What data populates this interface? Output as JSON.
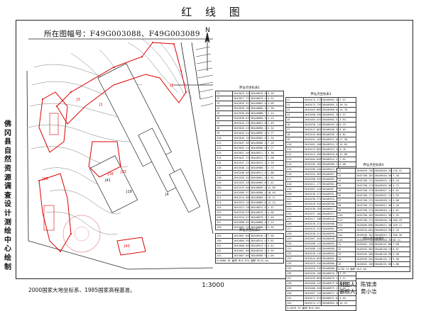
{
  "title": "红 线 图",
  "map_number": "所在图幅号：F49G003088、F49G003089",
  "north": "N",
  "vertical_text": [
    "佛",
    "冈",
    "县",
    "自",
    "然",
    "资",
    "源",
    "调",
    "查",
    "设",
    "计",
    "测",
    "绘",
    "中",
    "心",
    "绘",
    "制"
  ],
  "scale": "1:3000",
  "coordinate_note": "2000国家大地坐标系、1985国家高程基准。",
  "maker": "制图人：陈锦涛",
  "checker": "审核人：黄小洁",
  "map_labels": [
    "J1",
    "J3",
    "J8",
    "J18",
    "J16",
    "J4",
    "J41",
    "J43",
    "J36",
    "J23"
  ],
  "tables": {
    "t1": {
      "caption": "界址点坐标表1",
      "rows": [
        [
          "J1",
          "2643625.347",
          "38448876.092",
          "4.10"
        ],
        [
          "J2",
          "2643627.757",
          "38448879.416",
          "4.32"
        ],
        [
          "J3",
          "2643629.327",
          "38448883.466",
          "3.09"
        ],
        [
          "J4",
          "2643630.388",
          "38448886.366",
          "2.38"
        ],
        [
          "J5",
          "2643630.804",
          "38448888.711",
          "2.14"
        ],
        [
          "J6",
          "2643638.639",
          "38448890.563",
          "2.15"
        ],
        [
          "J7",
          "2643643.236",
          "38448891.063",
          "1.49"
        ],
        [
          "J8",
          "2643643.236",
          "38448890.381",
          "2.34"
        ],
        [
          "J9",
          "2643643.245",
          "38448899.262",
          "3.77"
        ],
        [
          "J10",
          "2643644.158",
          "38448902.938",
          "2.34"
        ],
        [
          "J11",
          "2643647.361",
          "38448906.341",
          "7.10"
        ],
        [
          "J12",
          "2643653.147",
          "38448908.811",
          "5.77"
        ],
        [
          "J13",
          "2643651.489",
          "38448911.781",
          "3.38"
        ],
        [
          "J14",
          "2643647.729",
          "38448912.721",
          "2.98"
        ],
        [
          "J15",
          "2643547.125",
          "38448913.211",
          "3.39"
        ],
        [
          "J16",
          "2643546.123",
          "38448908.770",
          "2.73"
        ],
        [
          "J17",
          "2643548.462",
          "38448911.573",
          "2.88"
        ],
        [
          "J18",
          "2643535.325",
          "38448901.592",
          "4.92"
        ],
        [
          "J19",
          "2643525.283",
          "38448909.802",
          "2.42"
        ],
        [
          "J20",
          "2643515.003",
          "38448899.465",
          "41.85"
        ],
        [
          "J21",
          "2643509.379",
          "38448900.158",
          "10.49"
        ],
        [
          "J22",
          "2643514.088",
          "38448905.111",
          "15.17"
        ],
        [
          "J23",
          "2643523.186",
          "38448889.845",
          "12.14"
        ],
        [
          "J24",
          "2643521.188",
          "38448875.810",
          "2.37"
        ],
        [
          "J25",
          "2643510.537",
          "38448876.143",
          "4.06"
        ],
        [
          "J26",
          "2643515.577",
          "38448879.781",
          "2.46"
        ],
        [
          "J27",
          "2643608.044",
          "38448880.441",
          "3.15"
        ],
        [
          "J28",
          "2643602.298",
          "38448880.211",
          "2.39"
        ]
      ]
    },
    "t2": {
      "caption": "界址点坐标表2",
      "rows": [
        [
          "J29",
          "2643607.863",
          "38448916.262",
          "7.58"
        ],
        [
          "J30",
          "2643604.998",
          "38448914.478",
          "5.61"
        ],
        [
          "J31",
          "2643600.000",
          "38448912.540",
          "4.42"
        ],
        [
          "J32",
          "2643607.863",
          "38448910.225",
          "5.55"
        ],
        [
          "J33",
          "2643607.863",
          "38448909.543",
          "1.09"
        ]
      ],
      "footer": "S=3088.18  面积  M=5.974  面积  M=12.04"
    },
    "t3": {
      "caption": "界址点坐标表3",
      "rows": [
        [
          "J1",
          "2643474.177",
          "38448963.300",
          "2.57"
        ],
        [
          "J2",
          "2643475.739",
          "38448965.339",
          "16.34"
        ],
        [
          "J3",
          "2643463.089",
          "38448968.005",
          "14.78"
        ],
        [
          "J4",
          "2643468.290",
          "38448961.382",
          "4.57"
        ],
        [
          "J5",
          "2643484.447",
          "38448963.331",
          "3.64"
        ],
        [
          "J6",
          "2643450.116",
          "38448949.280",
          "8.19"
        ],
        [
          "J7",
          "2643447.081",
          "38448948.381",
          "4.03"
        ],
        [
          "J8",
          "2643445.084",
          "38448936.154",
          "6.81"
        ],
        [
          "J9",
          "2643452.183",
          "38448911.061",
          "11.30"
        ],
        [
          "J10",
          "2643461.168",
          "38448914.290",
          "14.84"
        ],
        [
          "J11",
          "2643423.882",
          "38448913.402",
          "9.76"
        ],
        [
          "J12",
          "2643415.166",
          "38448910.000",
          "12.80"
        ],
        [
          "J13",
          "2643404.845",
          "38448914.413",
          "7.61"
        ],
        [
          "J14",
          "2643395.183",
          "38448908.131",
          "9.08"
        ],
        [
          "J15",
          "2643396.420",
          "38448912.014",
          "5.27"
        ],
        [
          "J16",
          "2643394.383",
          "38448907.222",
          "5.41"
        ],
        [
          "J17",
          "2643398.329",
          "38448902.180",
          "3.63"
        ],
        [
          "J18",
          "2643411.177",
          "38448901.880",
          "8.56"
        ],
        [
          "J19",
          "2643407.122",
          "38448907.133",
          "3.63"
        ],
        [
          "J20",
          "2643438.371",
          "38448931.267",
          "11.38"
        ],
        [
          "J21",
          "2643438.371",
          "38448924.171",
          "13.26"
        ],
        [
          "J22",
          "2643428.918",
          "38448930.326",
          "3.32"
        ],
        [
          "J23",
          "2643430.255",
          "38448917.225",
          "5.26"
        ],
        [
          "J24",
          "2643437.180",
          "38448917.111",
          "2.47"
        ],
        [
          "J25",
          "2643417.188",
          "38448910.115",
          "5.17"
        ],
        [
          "J26",
          "2643430.221",
          "38448906.231",
          "3.18"
        ],
        [
          "J27",
          "2643425.241",
          "38448901.222",
          "3.42"
        ],
        [
          "J28",
          "2643430.221",
          "38448899.107",
          "8.81"
        ],
        [
          "J29",
          "2643467.201",
          "38448898.142",
          "4.67"
        ],
        [
          "J30",
          "2643468.112",
          "38448899.343",
          "3.18"
        ],
        [
          "J31",
          "2643468.115",
          "38448898.186",
          "5.43"
        ],
        [
          "J32",
          "2643430.210",
          "38448893.152",
          "5.31"
        ],
        [
          "J33",
          "2643444.001",
          "38448882.333",
          "3.21"
        ],
        [
          "J34",
          "2643453.410",
          "38448886.200",
          "4.88"
        ],
        [
          "J35",
          "2643455.210",
          "38448880.443",
          "2.12"
        ],
        [
          "J36",
          "2643456.100",
          "38448878.231",
          "2.37"
        ],
        [
          "J37",
          "2643459.881",
          "38448876.244",
          "3.11"
        ],
        [
          "J38",
          "2643460.143",
          "38448875.501",
          "4.05"
        ],
        [
          "J39",
          "2643466.201",
          "38448873.118",
          "5.42"
        ],
        [
          "J40",
          "2643467.112",
          "38448872.100",
          "2.77"
        ],
        [
          "J41",
          "2643471.311",
          "38448871.020",
          "3.05"
        ],
        [
          "J42",
          "2643474.177",
          "38448963.300",
          "14.23"
        ]
      ],
      "footer": "S=1876.73  面积  M=6.934"
    },
    "t4": {
      "caption": "界址点坐标表4",
      "rows": [
        [
          "J1",
          "2643699.750",
          "38449010.263",
          "116.41"
        ],
        [
          "J2",
          "2643708.181",
          "38449016.501",
          "7.20"
        ],
        [
          "J3",
          "2643708.172",
          "38449023.123",
          "6.44"
        ],
        [
          "J4",
          "2643708.174",
          "38449029.561",
          "4.73"
        ],
        [
          "J5",
          "2643708.175",
          "38449027.317",
          "6.01"
        ],
        [
          "J6",
          "2643708.172",
          "38449021.310",
          "2.93"
        ],
        [
          "J7",
          "2643708.172",
          "38449018.211",
          "4.00"
        ],
        [
          "J8",
          "2643708.172",
          "38449017.381",
          "1.26"
        ],
        [
          "J9",
          "2643708.172",
          "38449016.110",
          "3.61"
        ],
        [
          "J10",
          "2643708.163",
          "38449012.500",
          "2.32"
        ],
        [
          "J11",
          "2643706.171",
          "38449010.101",
          "100.33"
        ],
        [
          "J12",
          "2643606.890",
          "38449012.383",
          "109.11"
        ],
        [
          "J13",
          "2643634.601",
          "38449019.990",
          "5.43"
        ],
        [
          "J14",
          "2643630.101",
          "38449012.110",
          "166.26"
        ],
        [
          "J15",
          "2643699.750",
          "38449010.263",
          "66.11"
        ]
      ],
      "footer": "S=5898.18  面积  M=3.06"
    },
    "t5": {
      "caption": "界址点坐标表5",
      "rows": [
        [
          "J1",
          "2643602.158",
          "38448151.862",
          "7.68"
        ],
        [
          "J2",
          "2643593.383",
          "38448148.235",
          "6.67"
        ],
        [
          "J3",
          "2643595.380",
          "38448146.091",
          "3.90"
        ],
        [
          "J4",
          "2643599.281",
          "38448145.171",
          "5.56"
        ],
        [
          "J5",
          "2643602.158",
          "38448151.862",
          "1.86"
        ]
      ],
      "footer": "S=30.74  面积  M=2.18"
    }
  }
}
